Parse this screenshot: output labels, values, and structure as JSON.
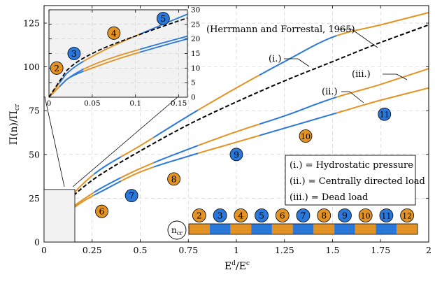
{
  "chart_data": {
    "type": "line",
    "xlabel": "E^d/E^c",
    "ylabel": "Π(n)/Π_cr",
    "xlim": [
      0,
      2
    ],
    "ylim": [
      0,
      135
    ],
    "xticks": [
      "0",
      "0.25",
      "0.5",
      "0.75",
      "1",
      "1.25",
      "1.5",
      "1.75",
      "2"
    ],
    "yticks": [
      "0",
      "25",
      "50",
      "75",
      "100",
      "125"
    ],
    "grid": true,
    "colors": {
      "orange": "#E39324",
      "blue": "#2B78DB",
      "reference": "#000000"
    },
    "reference_label": "(Herrmann and Forrestal, 1965)",
    "series": [
      {
        "name": "(i.)",
        "x": [
          0,
          0.02,
          0.05,
          0.1,
          0.2,
          0.3,
          0.5,
          0.75,
          1.0,
          1.25,
          1.5,
          1.75,
          2.0
        ],
        "y": [
          0,
          8,
          14,
          21,
          33,
          42,
          55,
          72,
          88,
          103,
          117,
          124,
          131
        ]
      },
      {
        "name": "(ii.)",
        "x": [
          0,
          0.02,
          0.05,
          0.1,
          0.2,
          0.3,
          0.5,
          0.75,
          1.0,
          1.25,
          1.5,
          1.75,
          2.0
        ],
        "y": [
          0,
          6,
          10,
          15,
          23,
          29,
          40,
          49,
          57,
          65,
          73,
          81,
          88
        ]
      },
      {
        "name": "(iii.)",
        "x": [
          0,
          0.02,
          0.05,
          0.1,
          0.2,
          0.3,
          0.5,
          0.75,
          1.0,
          1.25,
          1.5,
          1.75,
          2.0
        ],
        "y": [
          0,
          6,
          11,
          16,
          24,
          31,
          42,
          53,
          63,
          72,
          82,
          90,
          99
        ]
      },
      {
        "name": "(Herrmann and Forrestal, 1965)",
        "style": "dashed",
        "x": [
          0,
          0.02,
          0.05,
          0.1,
          0.2,
          0.3,
          0.5,
          0.75,
          1.0,
          1.25,
          1.5,
          1.75,
          2.0
        ],
        "y": [
          0,
          9,
          15,
          21,
          31,
          39,
          52,
          67,
          80,
          92,
          103,
          114,
          124
        ]
      }
    ],
    "segment_breaks": [
      0.012,
      0.04,
      0.105,
      0.16,
      0.26,
      0.4,
      0.57,
      0.8,
      1.12,
      1.52,
      2.0
    ],
    "segment_n_start": 2,
    "region_labels": [
      {
        "n": "2",
        "color": "orange",
        "inset": true,
        "x": 0.009,
        "y": 10
      },
      {
        "n": "3",
        "color": "blue",
        "inset": true,
        "x": 0.029,
        "y": 15
      },
      {
        "n": "4",
        "color": "orange",
        "inset": true,
        "x": 0.075,
        "y": 22
      },
      {
        "n": "5",
        "color": "blue",
        "inset": true,
        "x": 0.132,
        "y": 27
      },
      {
        "n": "6",
        "color": "orange",
        "x": 0.3,
        "y": 17.5
      },
      {
        "n": "7",
        "color": "blue",
        "x": 0.455,
        "y": 26.5
      },
      {
        "n": "8",
        "color": "orange",
        "x": 0.675,
        "y": 36
      },
      {
        "n": "9",
        "color": "blue",
        "x": 1.0,
        "y": 50
      },
      {
        "n": "10",
        "color": "orange",
        "x": 1.36,
        "y": 60.5
      },
      {
        "n": "11",
        "color": "blue",
        "x": 1.77,
        "y": 73
      }
    ],
    "inset": {
      "xlim": [
        0,
        0.16
      ],
      "ylim": [
        0,
        30
      ],
      "xticks": [
        "0",
        "0.05",
        "0.1",
        "0.15"
      ],
      "yticks": [
        "0",
        "5",
        "10",
        "15",
        "20",
        "25",
        "30"
      ]
    },
    "legend": {
      "position": "right",
      "entries": [
        "(i.) = Hydrostatic pressure",
        "(ii.) = Centrally directed load",
        "(iii.) = Dead load"
      ]
    },
    "bar_legend": {
      "label": "n_cr",
      "items": [
        "2",
        "3",
        "4",
        "5",
        "6",
        "7",
        "8",
        "9",
        "10",
        "11",
        "12"
      ]
    }
  }
}
